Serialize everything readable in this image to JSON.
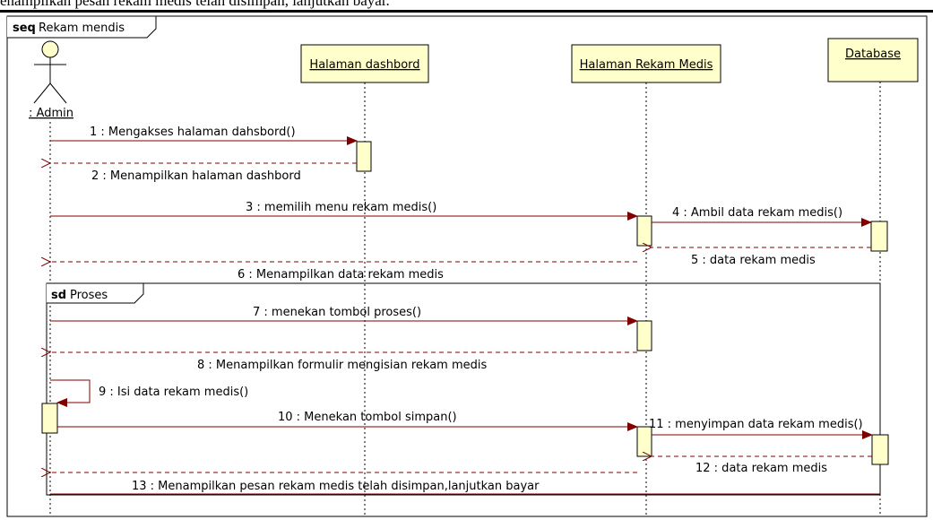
{
  "caption": "enampilkan pesan rekam medis telah disimpan, lanjutkan bayar.",
  "frame": {
    "keyword": "seq",
    "name": "Rekam mendis"
  },
  "fragment": {
    "keyword": "sd",
    "name": "Proses"
  },
  "actor": {
    "label": ": Admin"
  },
  "lifelines": [
    {
      "label": "Halaman dashbord"
    },
    {
      "label": "Halaman Rekam Medis"
    },
    {
      "label": "Database"
    }
  ],
  "messages": [
    {
      "label": "1 : Mengakses halaman dahsbord()",
      "kind": "call"
    },
    {
      "label": "2 : Menampilkan halaman dashbord",
      "kind": "return"
    },
    {
      "label": "3 : memilih menu rekam medis()",
      "kind": "call"
    },
    {
      "label": "4 : Ambil data rekam medis()",
      "kind": "call"
    },
    {
      "label": "5 : data rekam medis",
      "kind": "return"
    },
    {
      "label": "6 : Menampilkan data rekam medis",
      "kind": "return"
    },
    {
      "label": "7 : menekan tombol proses()",
      "kind": "call"
    },
    {
      "label": "8 : Menampilkan formulir mengisian rekam medis",
      "kind": "return"
    },
    {
      "label": "9 : Isi data rekam medis()",
      "kind": "self"
    },
    {
      "label": "10 : Menekan tombol simpan()",
      "kind": "call"
    },
    {
      "label": "11 : menyimpan data rekam medis()",
      "kind": "call"
    },
    {
      "label": "12 : data rekam medis",
      "kind": "return"
    },
    {
      "label": "13 : Menampilkan pesan rekam medis telah disimpan,lanjutkan bayar",
      "kind": "return"
    }
  ],
  "colors": {
    "box_fill": "#ffffcc",
    "message_line": "#800000",
    "border": "#000000"
  }
}
